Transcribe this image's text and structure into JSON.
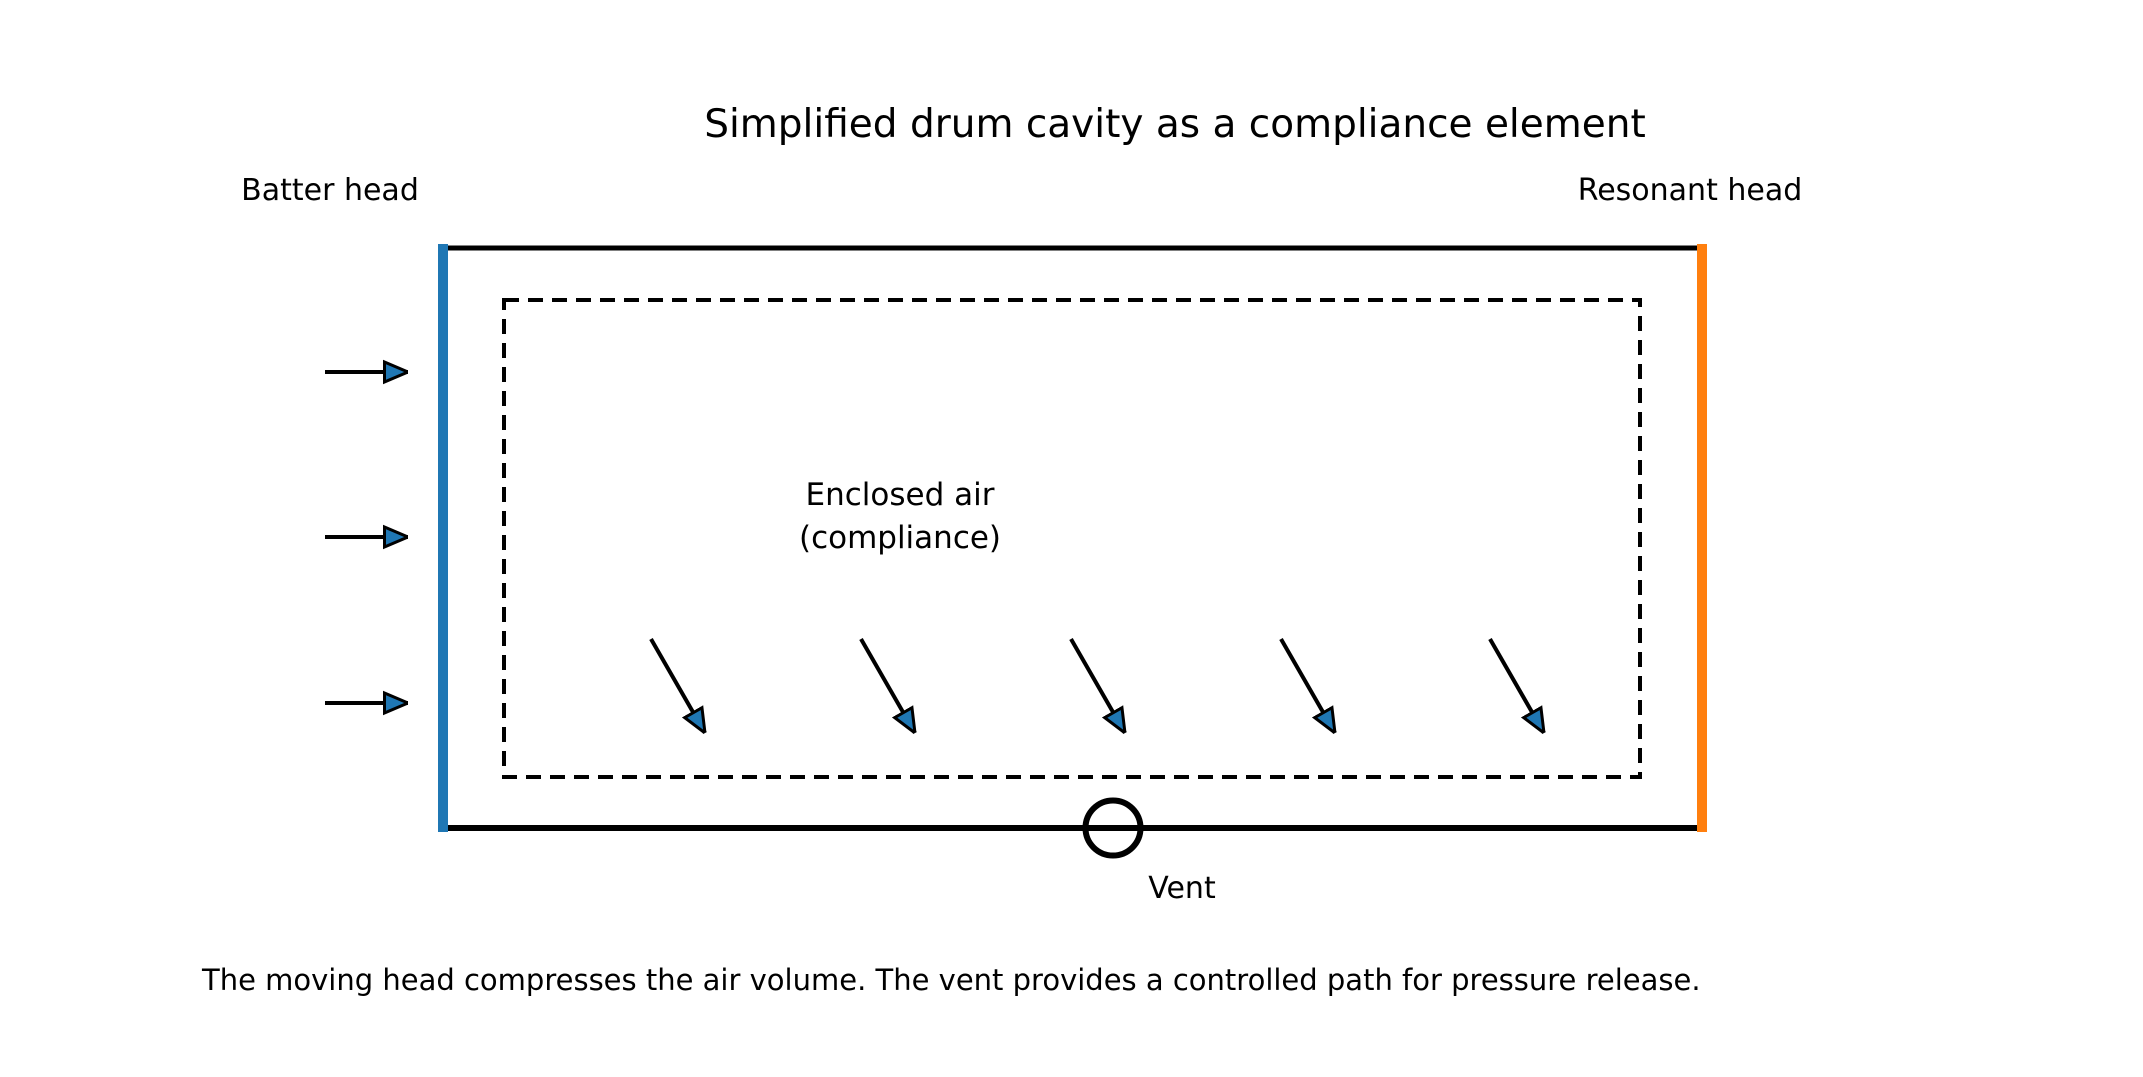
{
  "diagram": {
    "title": "Simplified drum cavity as a compliance element",
    "labels": {
      "batter_head": "Batter head",
      "resonant_head": "Resonant head",
      "enclosed_air": {
        "line1": "Enclosed air",
        "line2": "(compliance)"
      },
      "vent": "Vent"
    },
    "caption": "The moving head compresses the air volume. The vent provides a controlled path for pressure release.",
    "colors": {
      "batter_head_edge": "#1f77b4",
      "resonant_head_edge": "#ff7f0e",
      "line": "#000000",
      "arrowhead_fill": "#1f77b4",
      "background": "#ffffff"
    }
  }
}
